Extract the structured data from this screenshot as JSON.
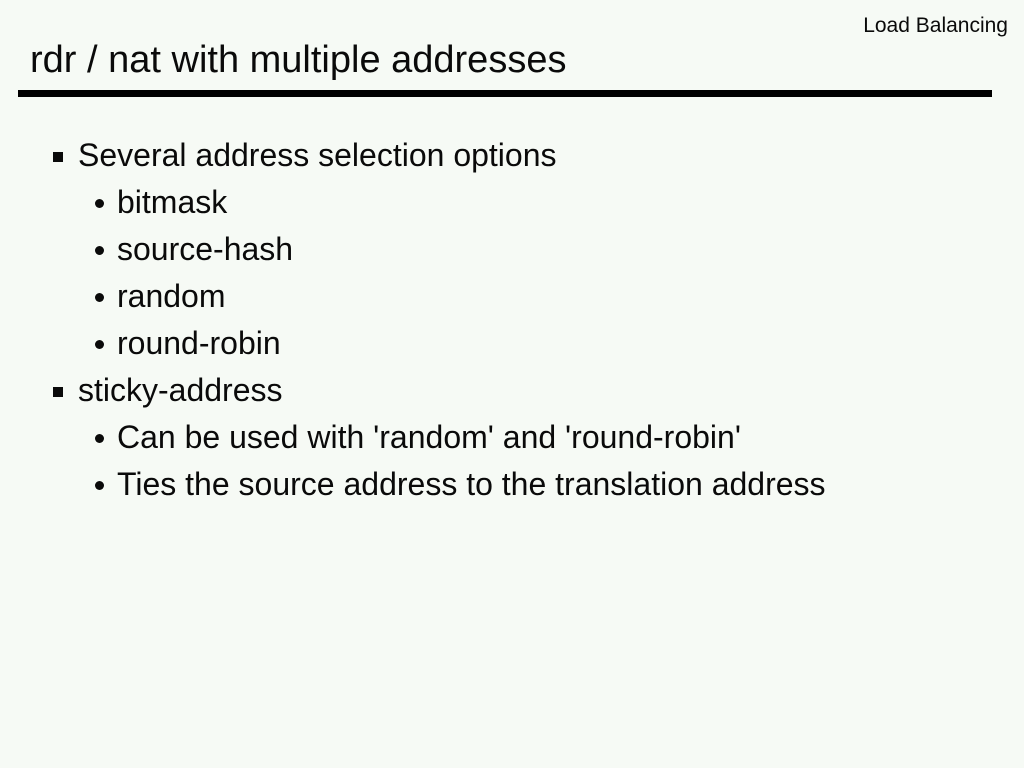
{
  "page": {
    "kind": "presentation-slide",
    "background_color": "#f6faf5",
    "text_color": "#0a0a0a",
    "rule_color": "#000000"
  },
  "header": {
    "corner_label": "Load Balancing"
  },
  "title": {
    "text": "rdr / nat with multiple addresses"
  },
  "list": {
    "items": [
      {
        "level": 1,
        "bullet": "square",
        "text": "Several address selection options"
      },
      {
        "level": 2,
        "bullet": "dot",
        "text": "bitmask"
      },
      {
        "level": 2,
        "bullet": "dot",
        "text": "source-hash"
      },
      {
        "level": 2,
        "bullet": "dot",
        "text": "random"
      },
      {
        "level": 2,
        "bullet": "dot",
        "text": "round-robin"
      },
      {
        "level": 1,
        "bullet": "square",
        "text": "sticky-address"
      },
      {
        "level": 2,
        "bullet": "dot",
        "text": "Can be used with 'random' and 'round-robin'"
      },
      {
        "level": 2,
        "bullet": "dot",
        "text": "Ties the source address to the translation address"
      }
    ]
  }
}
